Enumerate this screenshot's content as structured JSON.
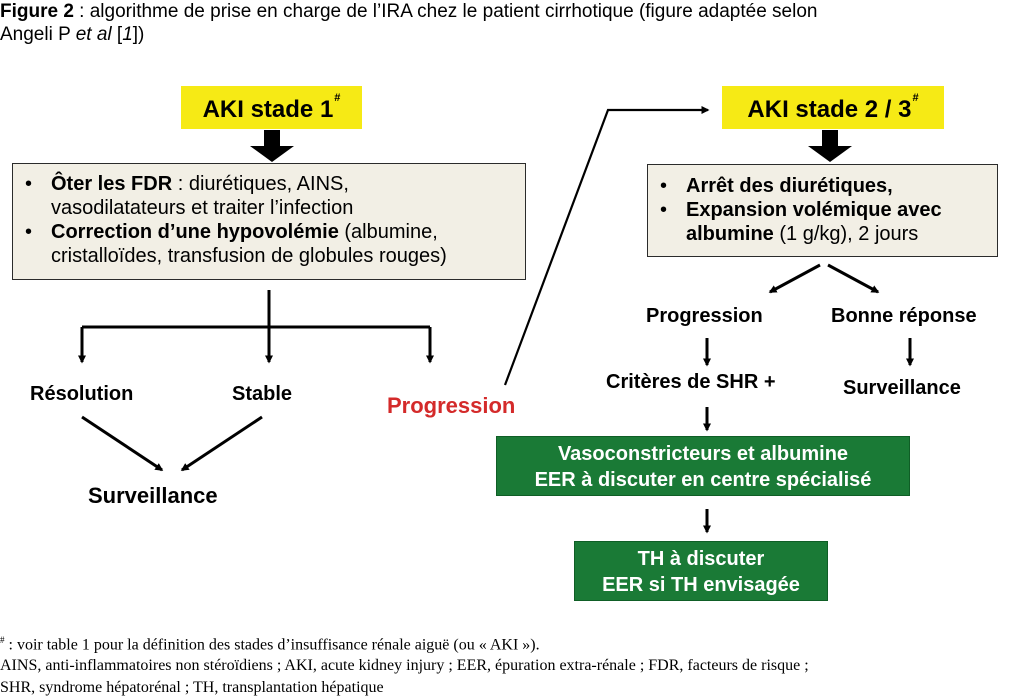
{
  "caption": {
    "figure_label": "Figure 2",
    "line1_rest": " : algorithme de prise en charge de l’IRA chez le patient cirrhotique (figure adaptée selon",
    "line2_start": "Angeli P ",
    "line2_italic": "et al",
    "line2_mid": " [",
    "line2_ref": "1",
    "line2_end": "])"
  },
  "left": {
    "stage_title": "AKI stade 1",
    "stage_sup": "#",
    "box": {
      "bullet": "•",
      "item1_bold": "Ôter les FDR",
      "item1_line1_rest": " : diurétiques, AINS,",
      "item1_line2": "vasodilatateurs et traiter l’infection",
      "item2_bold": "Correction d’une hypovolémie",
      "item2_line1_rest": " (albumine,",
      "item2_line2": "cristalloïdes, transfusion de globules rouges)"
    },
    "outcomes": {
      "resolution": "Résolution",
      "stable": "Stable",
      "progression": "Progression"
    },
    "surveillance": "Surveillance"
  },
  "right": {
    "stage_title": "AKI stade 2 / 3",
    "stage_sup": "#",
    "box": {
      "bullet": "•",
      "item1_bold": "Arrêt des diurétiques,",
      "item2_bold_line1": "Expansion volémique avec",
      "item2_bold_line2": "albumine",
      "item2_rest": " (1 g/kg), 2 jours"
    },
    "progression": "Progression",
    "bonne_reponse": "Bonne réponse",
    "criteres": "Critères de SHR +",
    "surveillance": "Surveillance",
    "green1": {
      "line1": "Vasoconstricteurs et albumine",
      "line2": "EER à discuter en centre spécialisé"
    },
    "green2": {
      "line1": "TH à discuter",
      "line2": "EER si TH envisagée"
    }
  },
  "footnotes": {
    "line1_sup": "#",
    "line1_text": " : voir table 1 pour la définition des stades d’insuffisance rénale aiguë (ou « AKI »).",
    "line2": "AINS, anti-inflammatoires non stéroïdiens ; AKI, acute kidney injury ; EER, épuration extra-rénale ; FDR, facteurs de risque ;",
    "line3": "SHR, syndrome hépatorénal ; TH, transplantation hépatique"
  },
  "colors": {
    "stage_box": "#f6ea15",
    "action_box": "#f2efe5",
    "treatment_box": "#1a7a36",
    "progression_text": "#d42a2a"
  }
}
